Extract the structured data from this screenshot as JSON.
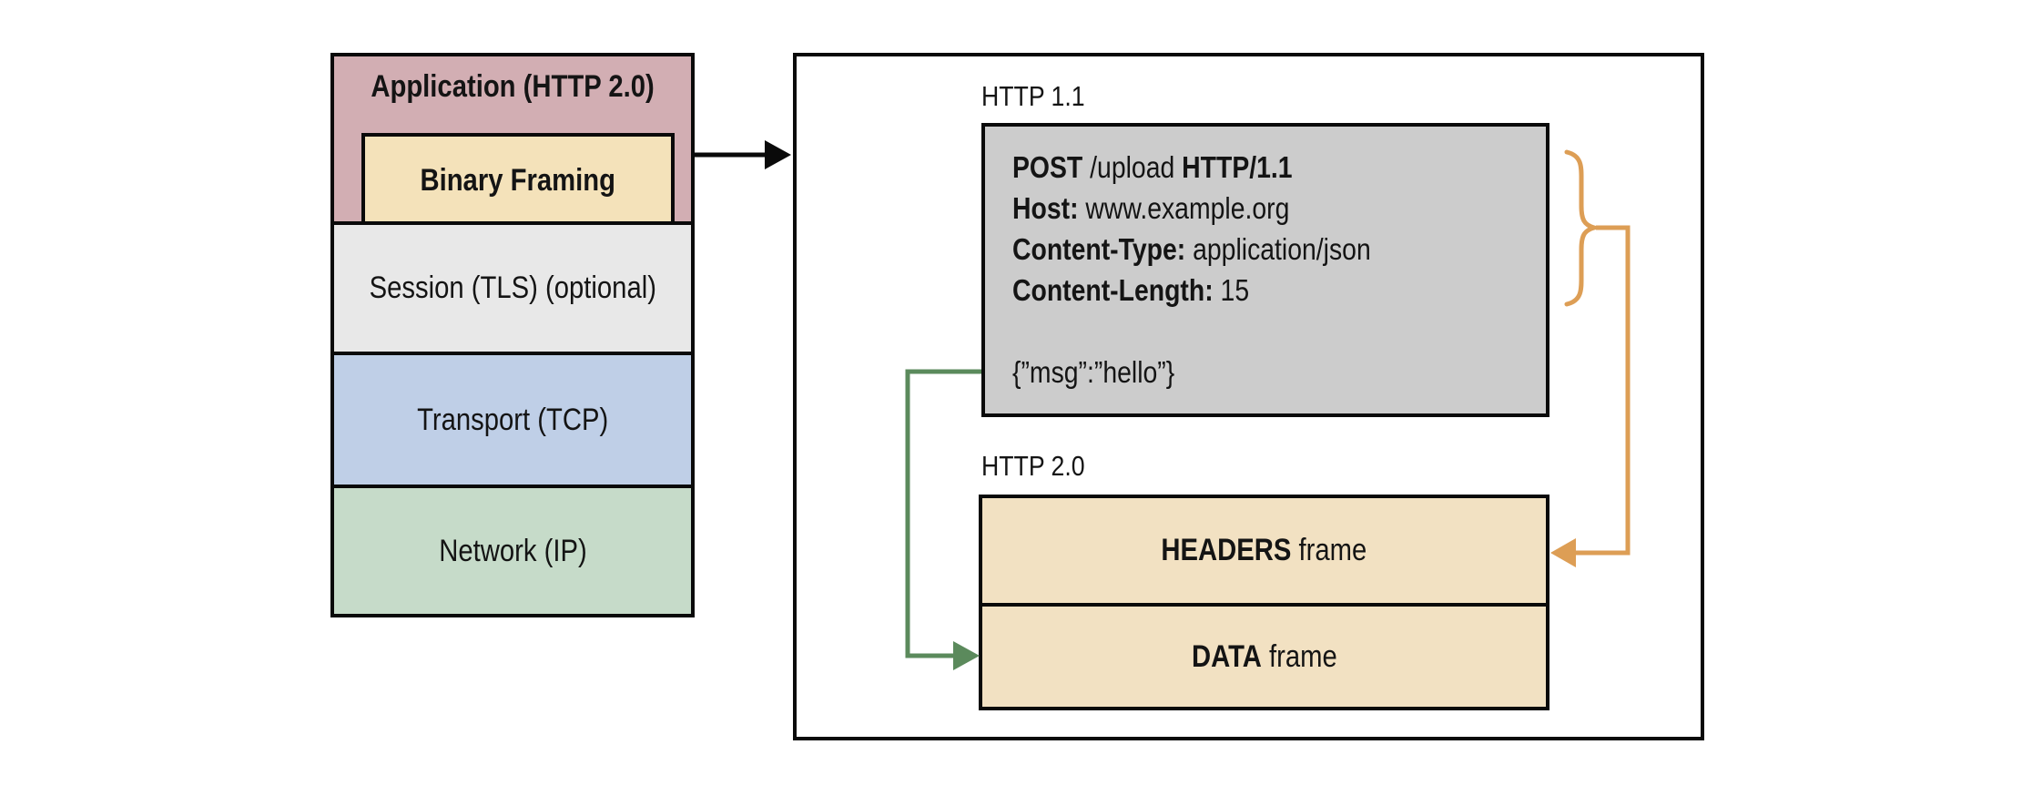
{
  "stack": {
    "application_label": "Application (HTTP 2.0)",
    "binary_framing_label": "Binary Framing",
    "session_label": "Session (TLS) (optional)",
    "transport_label": "Transport (TCP)",
    "network_label": "Network (IP)"
  },
  "http11_panel": {
    "title": "HTTP 1.1",
    "request": {
      "method": "POST",
      "path": " /upload ",
      "version": "HTTP/1.1",
      "host_key": "Host:",
      "host_value": " www.example.org",
      "content_type_key": "Content-Type:",
      "content_type_value": " application/json",
      "content_length_key": "Content-Length:",
      "content_length_value": " 15",
      "body": "{”msg”:”hello”}"
    }
  },
  "http20_panel": {
    "title": "HTTP 2.0",
    "headers_frame_bold": "HEADERS",
    "headers_frame_rest": " frame",
    "data_frame_bold": "DATA",
    "data_frame_rest": " frame"
  },
  "colors": {
    "application_fill": "#d2aeb3",
    "binary_framing_fill": "#f4e2ba",
    "session_fill": "#e8e8e8",
    "transport_fill": "#bfcfe7",
    "network_fill": "#c6dbc9",
    "request_fill": "#cccccc",
    "frame_fill": "#f2e1c2",
    "arrow_orange": "#dd9e55",
    "arrow_green": "#5b8a5c",
    "line_black": "#0a0a0a"
  }
}
